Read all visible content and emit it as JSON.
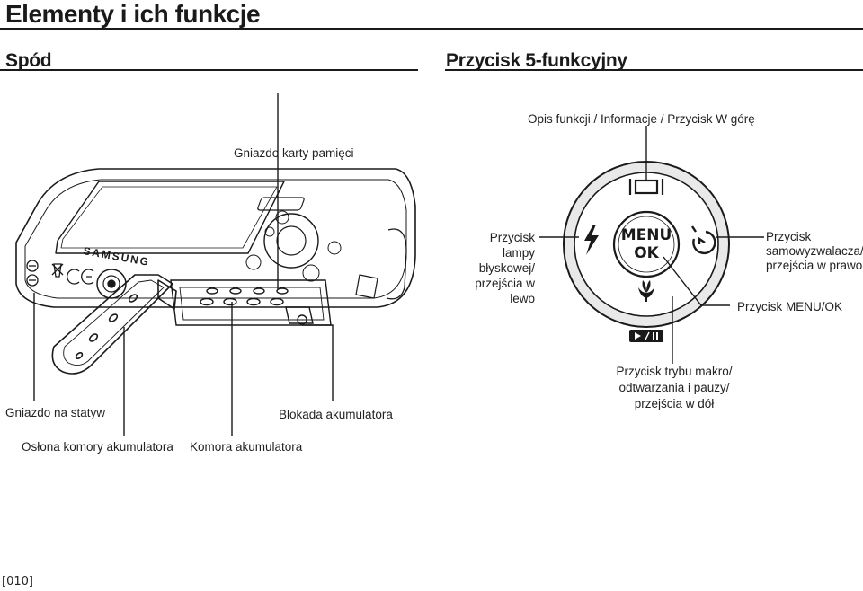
{
  "page": {
    "title": "Elementy i ich funkcje",
    "page_number": "[010]"
  },
  "left_section": {
    "title": "Spód",
    "labels": {
      "memory_card_slot": "Gniazdo karty pamięci",
      "tripod_socket": "Gniazdo na statyw",
      "battery_lock": "Blokada akumulatora",
      "battery_cover": "Osłona komory akumulatora",
      "battery_chamber": "Komora akumulatora"
    },
    "camera_brand": "SAMSUNG"
  },
  "right_section": {
    "title": "Przycisk 5-funkcyjny",
    "labels": {
      "top": "Opis funkcji / Informacje / Przycisk W górę",
      "left_1": "Przycisk",
      "left_2": "lampy",
      "left_3": "błyskowej/",
      "left_4": "przejścia w",
      "left_5": "lewo",
      "right_1": "Przycisk",
      "right_2": "samowyzwalacza/",
      "right_3": "przejścia w prawo",
      "menu_ok": "Przycisk MENU/OK",
      "bottom_1": "Przycisk trybu makro/",
      "bottom_2": "odtwarzania i pauzy/",
      "bottom_3": "przejścia w dół"
    },
    "dial": {
      "menu": "MENU",
      "ok": "OK"
    }
  }
}
